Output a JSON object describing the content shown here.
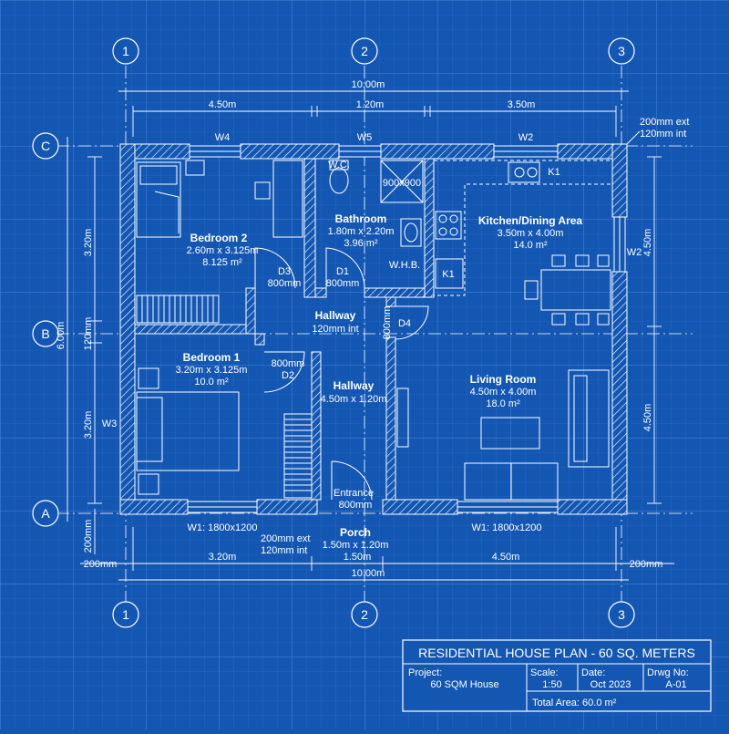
{
  "colors": {
    "background": "#1357b3",
    "line": "#ffffff",
    "grid": "#3a78c8"
  },
  "grid_markers": {
    "columns": [
      "1",
      "2",
      "3"
    ],
    "rows": [
      "C",
      "B",
      "A"
    ]
  },
  "dimensions": {
    "overall_top": "10.00m",
    "top_segments": [
      "4.50m",
      "1.20m",
      "3.50m"
    ],
    "top_right_note_1": "200mm ext",
    "top_right_note_2": "120mm int",
    "overall_bottom": "10.00m",
    "bottom_segments": [
      "3.20m",
      "1.50m",
      "4.50m"
    ],
    "bottom_left": "200mm",
    "bottom_right": "200mm",
    "bottom_left_vertical": "200mm",
    "left_overall": "6.00m",
    "left_upper": "3.20m",
    "left_lower": "3.20m",
    "left_mid": "120mm",
    "right_upper": "4.50m",
    "right_lower": "4.50m"
  },
  "windows": {
    "w4": "W4",
    "w5": "W5",
    "w2_top": "W2",
    "w2_right": "W2",
    "w3": "W3",
    "w1_left": "W1: 1800x1200",
    "w1_right": "W1: 1800x1200"
  },
  "rooms": {
    "bedroom2": {
      "name": "Bedroom 2",
      "size": "2.60m x 3.125m",
      "area": "8.125 m²"
    },
    "bathroom": {
      "name": "Bathroom",
      "size": "1.80m x 2.20m",
      "area": "3.96 m²"
    },
    "kitchen": {
      "name": "Kitchen/Dining Area",
      "size": "3.50m x 4.00m",
      "area": "14.0 m²"
    },
    "hallway1": {
      "name": "Hallway",
      "note": "120mm int"
    },
    "bedroom1": {
      "name": "Bedroom 1",
      "size": "3.20m x 3.125m",
      "area": "10.0 m²"
    },
    "hallway2": {
      "name": "Hallway",
      "size": "4.50m x 1.20m"
    },
    "living": {
      "name": "Living Room",
      "size": "4.50m x 4.00m",
      "area": "18.0 m²"
    },
    "porch": {
      "name": "Porch",
      "size": "1.50m x 1.20m"
    }
  },
  "fixtures": {
    "wc": "W.C.",
    "shower": "900x900",
    "whb": "W.H.B.",
    "k1_top": "K1",
    "k1_side": "K1"
  },
  "doors": {
    "d3": "D3",
    "d3_size": "800mm",
    "d1": "D1",
    "d1_size": "800mm",
    "d2": "D2",
    "d2_size": "800mm",
    "d4": "D4",
    "d4_size": "800mm",
    "entrance": "Entrance",
    "entrance_size": "800mm",
    "porch_note_1": "200mm ext",
    "porch_note_2": "120mm int"
  },
  "title_block": {
    "title": "RESIDENTIAL HOUSE PLAN - 60 SQ. METERS",
    "project_label": "Project:",
    "project_value": "60 SQM House",
    "scale_label": "Scale:",
    "scale_value": "1:50",
    "date_label": "Date:",
    "date_value": "Oct 2023",
    "drwg_label": "Drwg No:",
    "drwg_value": "A-01",
    "total_area": "Total Area: 60.0 m²"
  }
}
